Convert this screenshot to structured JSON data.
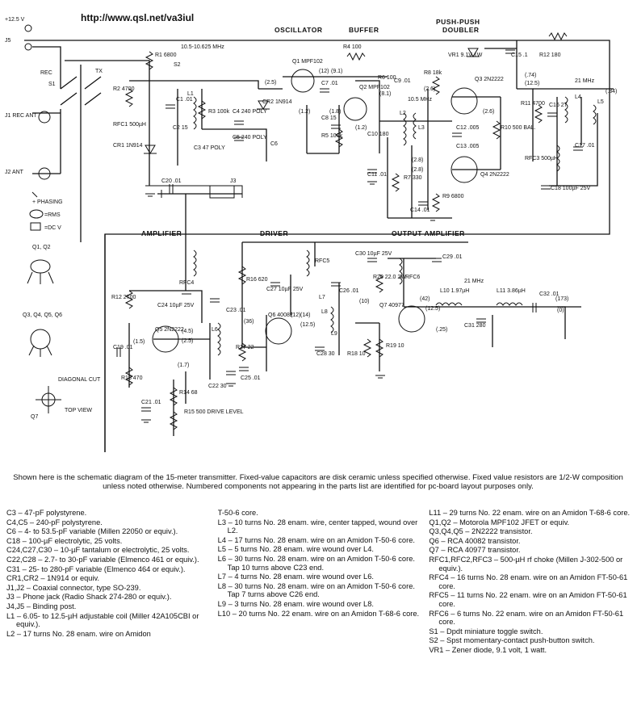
{
  "header": {
    "url": "http://www.qsl.net/va3iul"
  },
  "sections": {
    "oscillator": "OSCILLATOR",
    "buffer": "BUFFER",
    "doubler_1": "PUSH-PUSH",
    "doubler_2": "DOUBLER",
    "amplifier": "AMPLIFIER",
    "driver": "DRIVER",
    "output_amplifier": "OUTPUT AMPLIFIER"
  },
  "legend": {
    "phasing": "+ PHASING",
    "rms": "=RMS",
    "dcv": "=DC V",
    "q12": "Q1, Q2",
    "q3456": "Q3, Q4, Q5, Q6",
    "diagonal_cut": "DIAGONAL CUT",
    "top_view": "TOP VIEW",
    "q7": "Q7"
  },
  "schematic_labels": {
    "plus12v": "+12.5 V",
    "j5": "J5",
    "rec": "REC",
    "s1": "S1",
    "tx": "TX",
    "j1": "J1 REC ANT",
    "j2": "J2 ANT",
    "r1": "R1 6800",
    "s2": "S2",
    "freq_osc": "10.5-10.625 MHz",
    "r2": "R2 4700",
    "rfc1": "RFC1 500µH",
    "cr1": "CR1 1N914",
    "l1": "L1",
    "r3": "R3 100k",
    "c1": "C1 .01",
    "c2": "C2 15",
    "c3": "C3 47 POLY",
    "c4": "C4 240 POLY",
    "c5": "C5 240 POLY",
    "c6": "C6",
    "cr2": "CR2 1N914",
    "q1": "Q1 MPF102",
    "r4": "R4 100",
    "c7": "C7 .01",
    "r5": "R5 100k",
    "c8": "C8 15",
    "c10": "C10 180",
    "q2": "Q2 MPF102",
    "r6": "R6 100",
    "c9": "C9 .01",
    "l2": "L2",
    "mhz105": "10.5 MHz",
    "c11": "C11 .01",
    "r7": "R7 330",
    "l3": "L3",
    "r8": "R8 18k",
    "r9": "R9 6800",
    "c14": "C14 .01",
    "vr1": "VR1 9.1V 1W",
    "c15": "C15 .1",
    "q3": "Q3 2N2222",
    "q4": "Q4 2N2222",
    "c12": "C12 .005",
    "c13": "C13 .005",
    "r10": "R10 500 BAL.",
    "r11": "R11 4700",
    "r12": "R12 180",
    "c16": "C16 27",
    "l4": "L4",
    "l5": "L5",
    "mhz21": "21 MHz",
    "rfc3": "RFC3 500µH",
    "c17": "C17 .01",
    "c18": "C18 100µF 25V",
    "c20": "C20 .01",
    "j3": "J3",
    "r12b": "R12 2700",
    "rfc4": "RFC4",
    "c24": "C24 10µF 25V",
    "r13": "R13 470",
    "c19": "C19 .01",
    "q5": "Q5 2N2222",
    "l6": "L6",
    "c22": "C22 30",
    "c23": "C23 .01",
    "r14": "R14 68",
    "r15": "R15 500 DRIVE LEVEL",
    "c21": "C21 .01",
    "r16": "R16 620",
    "r17": "R17 22",
    "rfc5": "RFC5",
    "c27": "C27 10µF 25V",
    "c26": "C26 .01",
    "q6": "Q6 40082",
    "l7": "L7",
    "l8": "L8",
    "c25": "C25 .01",
    "c28": "C28 30",
    "r18": "R18 10",
    "r19": "R19 10",
    "l9": "L9",
    "c30": "C30 10µF 25V",
    "c29": "C29 .01",
    "r20": "R20 22.0 2W",
    "rfc6": "RFC6",
    "q7": "Q7 40977",
    "l10": "L10 1.97µH",
    "l11": "L11 3.86µH",
    "c31": "C31 280",
    "c32": "C32 .01",
    "mhz21b": "21 MHz"
  },
  "measurements": {
    "m1": "(12)",
    "m2": "(9.1)",
    "m3": "(2.5)",
    "m4": "(1.2)",
    "m5": "(1.8)",
    "m6": "(8.1)",
    "m7": "(1.2)",
    "m8": "(2.6)",
    "m9": "(2.8)",
    "m10": "(2.6)",
    "m11": "(2.8)",
    "m12": "(.74)",
    "m13": "(12.5)",
    "m14": "(.34)",
    "m15": "(1.5)",
    "m16": "(4.5)",
    "m17": "(2.5)",
    "m18": "(1.7)",
    "m19": "(36)",
    "m20": "(12)",
    "m21": "(14)",
    "m22": "(12.5)",
    "m23": "(42)",
    "m24": "(10)",
    "m25": "(12.5)",
    "m26": "(.25)",
    "m27": "(173)",
    "m28": "(0)"
  },
  "caption": "Shown here is the schematic diagram of the 15-meter transmitter. Fixed-value capacitors are disk ceramic unless specified otherwise. Fixed value resistors are 1/2-W composition unless noted otherwise. Numbered components not appearing in the parts list are identified for pc-board layout purposes only.",
  "parts_list": [
    [
      "C3 – 47-pF polystyrene.",
      "C4,C5 – 240-pF polystyrene.",
      "C6 – 4- to 53.5-pF variable (Millen 22050 or equiv.).",
      "C18 – 100-µF electrolytic, 25 volts.",
      "C24,C27,C30 – 10-µF tantalum or electrolytic, 25 volts.",
      "C22,C28 – 2.7- to 30-pF variable (Elmenco 461 or equiv.).",
      "C31 – 25- to 280-pF variable (Elmenco 464 or equiv.).",
      "CR1,CR2 – 1N914 or equiv.",
      "J1,J2 – Coaxial connector, type SO-239.",
      "J3 – Phone jack (Radio Shack 274-280 or equiv.).",
      "J4,J5 – Binding post.",
      "L1 – 6.05- to 12.5-µH adjustable coil (Miller 42A105CBI or equiv.).",
      "L2 – 17 turns No. 28 enam. wire on Amidon"
    ],
    [
      "T-50-6 core.",
      "L3 – 10 turns No. 28 enam. wire, center tapped, wound over L2.",
      "L4 – 17 turns No. 28 enam. wire on an Amidon T-50-6 core.",
      "L5 – 5 turns No. 28 enam. wire wound over L4.",
      "L6 – 30 turns No. 28 enam. wire on an Amidon T-50-6 core. Tap 10 turns above C23 end.",
      "L7 – 4 turns No. 28 enam. wire wound over L6.",
      "L8 – 30 turns No. 28 enam. wire on an Amidon T-50-6 core. Tap 7 turns above C26 end.",
      "L9 – 3 turns No. 28 enam. wire wound over L8.",
      "L10 – 20 turns No. 22 enam. wire on an Amidon T-68-6 core."
    ],
    [
      "L11 – 29 turns No. 22 enam. wire on an Amidon T-68-6 core.",
      "Q1,Q2 – Motorola MPF102 JFET or equiv.",
      "Q3,Q4,Q5 – 2N2222 transistor.",
      "Q6 – RCA 40082 transistor.",
      "Q7 – RCA 40977 transistor.",
      "RFC1,RFC2,RFC3 – 500-µH rf choke (Millen J-302-500 or equiv.).",
      "RFC4 – 16 turns No. 28 enam. wire on an Amidon FT-50-61 core.",
      "RFC5 – 11 turns No. 22 enam. wire on an Amidon FT-50-61 core.",
      "RFC6 – 6 turns No. 22 enam. wire on an Amidon FT-50-61 core.",
      "S1 – Dpdt miniature toggle switch.",
      "S2 – Spst momentary-contact push-button switch.",
      "VR1 – Zener diode, 9.1 volt, 1 watt."
    ]
  ]
}
